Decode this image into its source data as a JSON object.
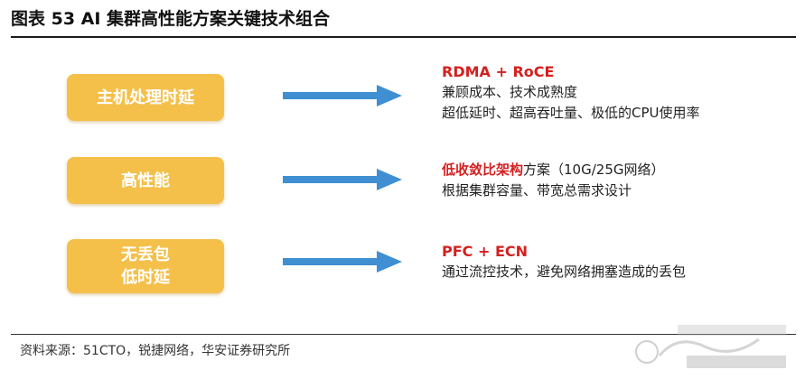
{
  "title": "图表  53 AI 集群高性能方案关键技术组合",
  "rows": [
    {
      "label_lines": [
        "主机处理时延"
      ],
      "heading": "RDMA + RoCE",
      "highlight": "",
      "rest": "",
      "lines": [
        "兼顾成本、技术成熟度",
        "超低延时、超高吞吐量、极低的CPU使用率"
      ]
    },
    {
      "label_lines": [
        "高性能"
      ],
      "heading": "",
      "highlight": "低收敛比架构",
      "rest": "方案（10G/25G网络）",
      "lines": [
        "根据集群容量、带宽总需求设计"
      ]
    },
    {
      "label_lines": [
        "无丢包",
        "低时延"
      ],
      "heading": "PFC + ECN",
      "highlight": "",
      "rest": "",
      "lines": [
        "通过流控技术，避免网络拥塞造成的丢包"
      ]
    }
  ],
  "source": "资料来源：51CTO，锐捷网络，华安证券研究所",
  "colors": {
    "box": "#f4c04a",
    "arrow": "#3f8fd2",
    "accent_red": "#d42020"
  },
  "icons": [
    "right-arrow-icon",
    "watermark-logo"
  ]
}
